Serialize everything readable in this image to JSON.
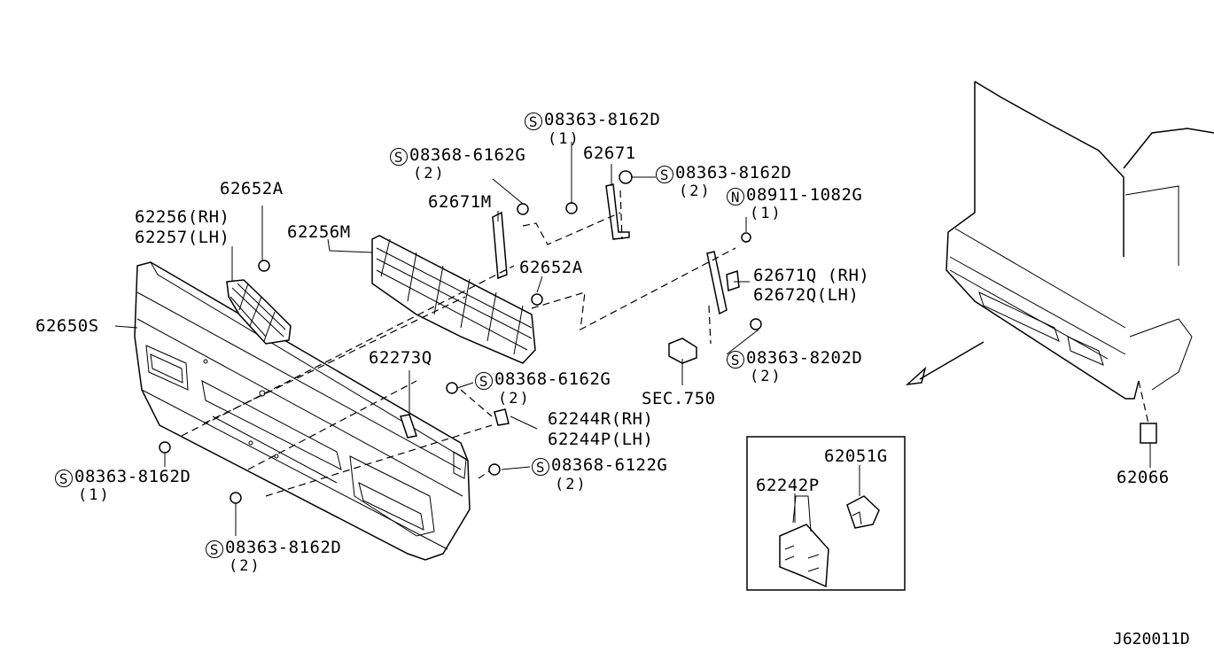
{
  "labels": {
    "p62652A_top": "62652A",
    "p62256RH": "62256(RH)",
    "p62257LH": "62257(LH)",
    "p62256M": "62256M",
    "p62650S": "62650S",
    "p62671M": "62671M",
    "p62652A_mid": "62652A",
    "p62671": "62671",
    "p62671Q": "62671Q (RH)",
    "p62672Q": "62672Q(LH)",
    "p62273Q": "62273Q",
    "p62244R": "62244R(RH)",
    "p62244P": "62244P(LH)",
    "sec750": "SEC.750",
    "p62051G": "62051G",
    "p62242P": "62242P",
    "p62066": "62066",
    "diagram_code": "J620011D"
  },
  "fasteners": {
    "f1": {
      "sym": "S",
      "num": "08363-8162D",
      "qty": "(1)"
    },
    "f2": {
      "sym": "S",
      "num": "08368-6162G",
      "qty": "(2)"
    },
    "f3": {
      "sym": "S",
      "num": "08363-8162D",
      "qty": "(2)"
    },
    "f4": {
      "sym": "N",
      "num": "08911-1082G",
      "qty": "(1)"
    },
    "f5": {
      "sym": "S",
      "num": "08368-6162G",
      "qty": "(2)"
    },
    "f6": {
      "sym": "S",
      "num": "08363-8202D",
      "qty": "(2)"
    },
    "f7": {
      "sym": "S",
      "num": "08368-6122G",
      "qty": "(2)"
    },
    "f8": {
      "sym": "S",
      "num": "08363-8162D",
      "qty": "(1)"
    },
    "f9": {
      "sym": "S",
      "num": "08363-8162D",
      "qty": "(2)"
    }
  }
}
